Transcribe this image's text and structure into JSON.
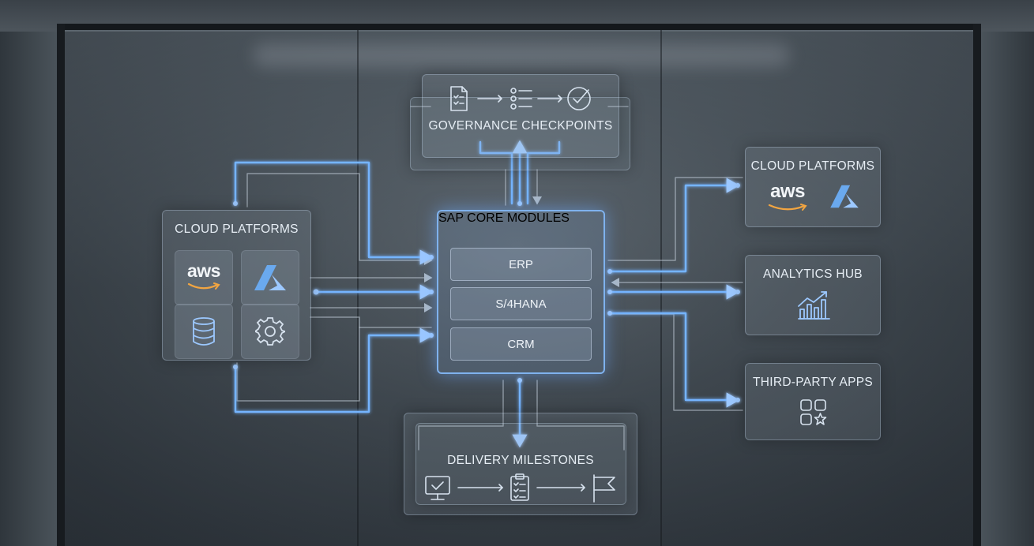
{
  "core": {
    "title": "SAP CORE MODULES",
    "modules": [
      "ERP",
      "S/4HANA",
      "CRM"
    ]
  },
  "governance": {
    "title": "GOVERNANCE CHECKPOINTS",
    "icons": [
      "document-checklist-icon",
      "list-icon",
      "check-circle-icon"
    ]
  },
  "delivery": {
    "title": "DELIVERY MILESTONES",
    "icons": [
      "monitor-check-icon",
      "clipboard-checklist-icon",
      "flag-icon"
    ]
  },
  "left_cloud": {
    "title": "CLOUD PLATFORMS",
    "aws_label": "aws",
    "icons": [
      "aws-logo",
      "azure-logo-icon",
      "database-icon",
      "gear-icon"
    ]
  },
  "right_cloud": {
    "title": "CLOUD PLATFORMS",
    "aws_label": "aws",
    "icons": [
      "aws-logo",
      "azure-logo-icon"
    ]
  },
  "analytics": {
    "title": "ANALYTICS HUB",
    "icon": "bar-chart-trend-icon"
  },
  "third_party": {
    "title": "THIRD-PARTY APPS",
    "icon": "apps-grid-star-icon"
  },
  "colors": {
    "connector": "#74b4ff",
    "core_border": "#7fb2ee",
    "text": "#e6edf4",
    "aws_smile": "#f2a541",
    "azure": "#6aa9ee"
  }
}
